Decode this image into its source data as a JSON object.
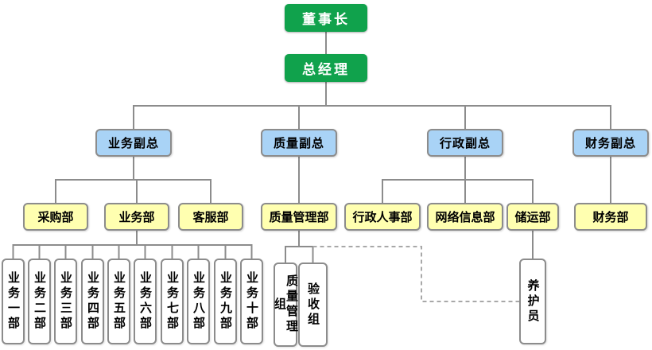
{
  "chart": {
    "type": "org-chart",
    "colors": {
      "executive_fill": "#10A24C",
      "executive_text": "#FFFFFF",
      "vp_fill": "#A9D3F6",
      "dept_fill": "#FFFFB0",
      "team_fill": "#FFFFFF",
      "border": "#8C8C8C",
      "connector": "#8C8C8C",
      "dashed_connector": "#A8A8A8"
    },
    "nodes": [
      {
        "id": "chairman",
        "label": "董事长",
        "level": "executive",
        "parent": null
      },
      {
        "id": "gm",
        "label": "总经理",
        "level": "executive",
        "parent": "chairman"
      },
      {
        "id": "vp-business",
        "label": "业务副总",
        "level": "vp",
        "parent": "gm"
      },
      {
        "id": "vp-quality",
        "label": "质量副总",
        "level": "vp",
        "parent": "gm"
      },
      {
        "id": "vp-admin",
        "label": "行政副总",
        "level": "vp",
        "parent": "gm"
      },
      {
        "id": "vp-finance",
        "label": "财务副总",
        "level": "vp",
        "parent": "gm"
      },
      {
        "id": "dept-purchasing",
        "label": "采购部",
        "level": "dept",
        "parent": "vp-business"
      },
      {
        "id": "dept-business",
        "label": "业务部",
        "level": "dept",
        "parent": "vp-business"
      },
      {
        "id": "dept-customer-service",
        "label": "客服部",
        "level": "dept",
        "parent": "vp-business"
      },
      {
        "id": "dept-quality-mgmt",
        "label": "质量管理部",
        "level": "dept",
        "parent": "vp-quality"
      },
      {
        "id": "dept-admin-hr",
        "label": "行政人事部",
        "level": "dept",
        "parent": "vp-admin"
      },
      {
        "id": "dept-network-info",
        "label": "网络信息部",
        "level": "dept",
        "parent": "vp-admin"
      },
      {
        "id": "dept-storage",
        "label": "储运部",
        "level": "dept",
        "parent": "vp-admin"
      },
      {
        "id": "dept-finance",
        "label": "财务部",
        "level": "dept",
        "parent": "vp-finance"
      },
      {
        "id": "team-biz-1",
        "label": "业务一部",
        "level": "team",
        "parent": "dept-business"
      },
      {
        "id": "team-biz-2",
        "label": "业务二部",
        "level": "team",
        "parent": "dept-business"
      },
      {
        "id": "team-biz-3",
        "label": "业务三部",
        "level": "team",
        "parent": "dept-business"
      },
      {
        "id": "team-biz-4",
        "label": "业务四部",
        "level": "team",
        "parent": "dept-business"
      },
      {
        "id": "team-biz-5",
        "label": "业务五部",
        "level": "team",
        "parent": "dept-business"
      },
      {
        "id": "team-biz-6",
        "label": "业务六部",
        "level": "team",
        "parent": "dept-business"
      },
      {
        "id": "team-biz-7",
        "label": "业务七部",
        "level": "team",
        "parent": "dept-business"
      },
      {
        "id": "team-biz-8",
        "label": "业务八部",
        "level": "team",
        "parent": "dept-business"
      },
      {
        "id": "team-biz-9",
        "label": "业务九部",
        "level": "team",
        "parent": "dept-business"
      },
      {
        "id": "team-biz-10",
        "label": "业务十部",
        "level": "team",
        "parent": "dept-business"
      },
      {
        "id": "team-qc-group",
        "label": "质量管理组",
        "level": "team",
        "parent": "dept-quality-mgmt"
      },
      {
        "id": "team-acceptance",
        "label": "验收组",
        "level": "team",
        "parent": "dept-quality-mgmt"
      },
      {
        "id": "team-maintenance",
        "label": "养护员",
        "level": "team",
        "parent": "dept-storage"
      }
    ],
    "dashed_links": [
      {
        "from": "dept-quality-mgmt",
        "to": "team-maintenance"
      }
    ]
  }
}
